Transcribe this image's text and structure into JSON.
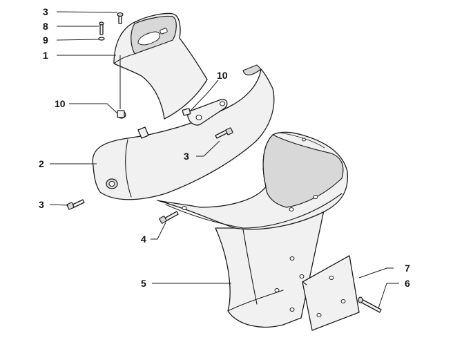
{
  "callouts": {
    "c3_top": "3",
    "c8": "8",
    "c9": "9",
    "c1": "1",
    "c10_left": "10",
    "c10_right": "10",
    "c3_mid": "3",
    "c2": "2",
    "c3_low": "3",
    "c4": "4",
    "c5": "5",
    "c7": "7",
    "c6": "6"
  }
}
